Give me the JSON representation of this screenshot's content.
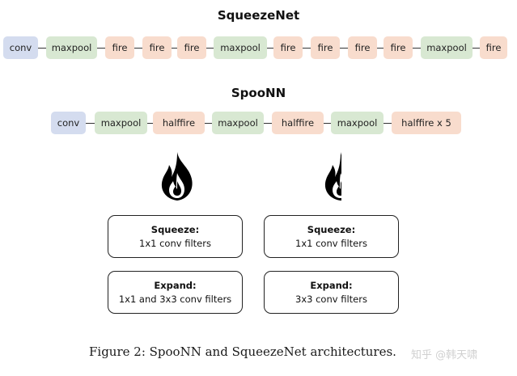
{
  "squeezenet": {
    "title": "SqueezeNet",
    "blocks": [
      "conv",
      "maxpool",
      "fire",
      "fire",
      "fire",
      "maxpool",
      "fire",
      "fire",
      "fire",
      "fire",
      "maxpool",
      "fire"
    ]
  },
  "spoonn": {
    "title": "SpooNN",
    "blocks": [
      "conv",
      "maxpool",
      "halffire",
      "maxpool",
      "halffire",
      "maxpool",
      "halffire x 5"
    ]
  },
  "fire_module": {
    "icon": "flame-icon",
    "squeeze_title": "Squeeze:",
    "squeeze_desc": "1x1 conv filters",
    "expand_title": "Expand:",
    "expand_desc": "1x1 and 3x3 conv filters"
  },
  "halffire_module": {
    "icon": "half-flame-icon",
    "squeeze_title": "Squeeze:",
    "squeeze_desc": "1x1 conv filters",
    "expand_title": "Expand:",
    "expand_desc": "3x3 conv filters"
  },
  "colors": {
    "conv": "#d4dcef",
    "maxpool": "#d8e8d2",
    "fire": "#f8dccd"
  },
  "caption": "Figure 2: SpooNN and SqueezeNet architectures.",
  "watermark": "知乎 @韩天啸"
}
